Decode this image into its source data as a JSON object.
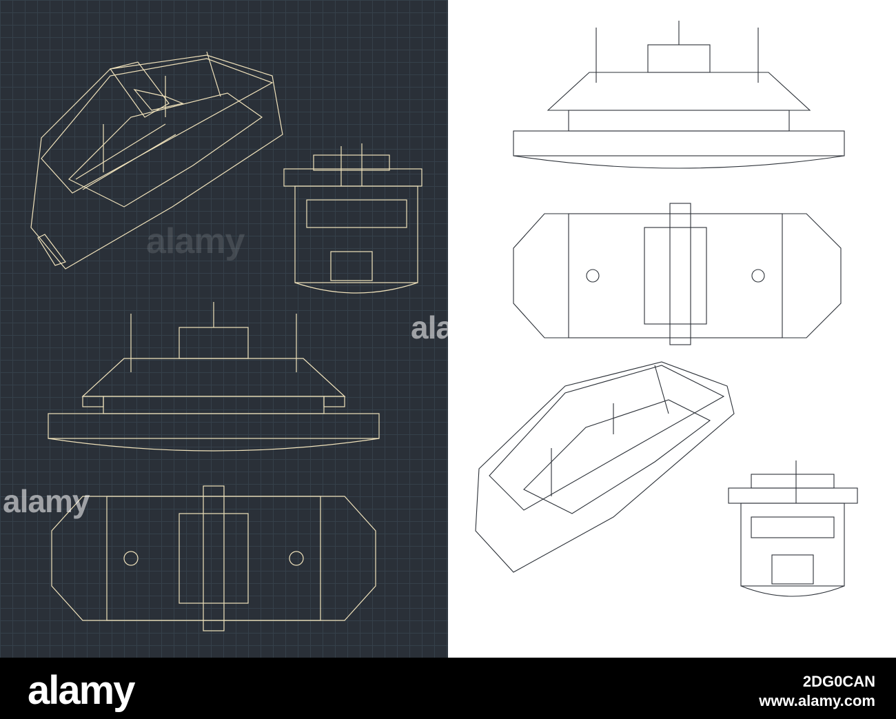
{
  "watermark": {
    "text": "alamy"
  },
  "footer": {
    "logo": "alamy",
    "image_id": "2DG0CAN",
    "url": "www.alamy.com"
  },
  "colors": {
    "dark_background": "#2a3038",
    "blueprint_line": "#f1e3bc",
    "light_background": "#ffffff",
    "drawing_line": "#2a2f36"
  }
}
